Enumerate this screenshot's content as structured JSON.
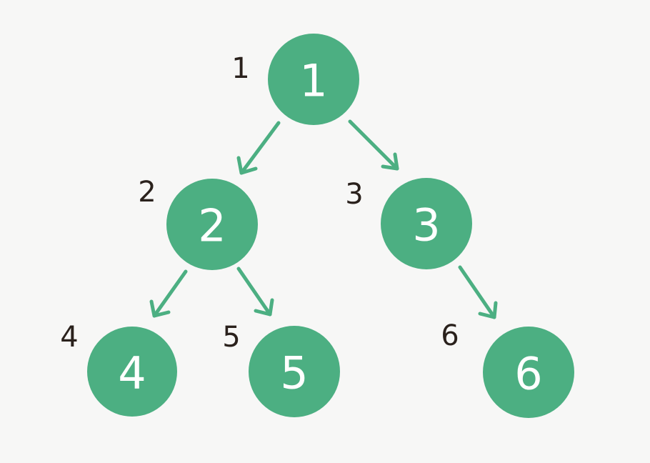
{
  "colors": {
    "node": "#4caf82",
    "node_text": "#ffffff",
    "index_text": "#2a211c",
    "edge": "#4caf82",
    "background": "#f7f7f6"
  },
  "nodes": [
    {
      "label": "1",
      "index": "1"
    },
    {
      "label": "2",
      "index": "2"
    },
    {
      "label": "3",
      "index": "3"
    },
    {
      "label": "4",
      "index": "4"
    },
    {
      "label": "5",
      "index": "5"
    },
    {
      "label": "6",
      "index": "6"
    }
  ],
  "edges": [
    {
      "from": "1",
      "to": "2"
    },
    {
      "from": "1",
      "to": "3"
    },
    {
      "from": "2",
      "to": "4"
    },
    {
      "from": "2",
      "to": "5"
    },
    {
      "from": "3",
      "to": "6"
    }
  ]
}
